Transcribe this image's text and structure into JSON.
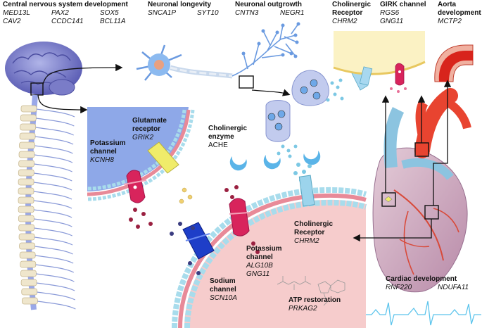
{
  "cns": {
    "title": "Central nervous  system  development",
    "genes_row1": [
      "MED13L",
      "PAX2",
      "SOX5"
    ],
    "genes_row2": [
      "CAV2",
      "CCDC141",
      "BCL11A"
    ]
  },
  "longevity": {
    "title": "Neuronal longevity",
    "genes": [
      "SNCA1P",
      "SYT10"
    ]
  },
  "outgrowth": {
    "title": "Neuronal outgrowth",
    "genes": [
      "CNTN3",
      "NEGR1"
    ]
  },
  "chol_receptor_top": {
    "title_line1": "Cholinergic",
    "title_line2": "Receptor",
    "gene": "CHRM2"
  },
  "girk": {
    "title": "GIRK channel",
    "genes": [
      "RGS6",
      "GNG11"
    ]
  },
  "aorta": {
    "title_line1": "Aorta",
    "title_line2": "development",
    "gene": "MCTP2"
  },
  "glutamate": {
    "title_line1": "Glutamate",
    "title_line2": "receptor",
    "gene": "GRIK2"
  },
  "potassium_left": {
    "title_line1": "Potassium",
    "title_line2": "channel",
    "gene": "KCNH8"
  },
  "chol_enzyme": {
    "title_line1": "Cholinergic",
    "title_line2": "enzyme",
    "gene": "ACHE"
  },
  "potassium_mid": {
    "title_line1": "Potassium",
    "title_line2": "channel",
    "gene1": "ALG10B",
    "gene2": "GNG11"
  },
  "chol_receptor_mid": {
    "title_line1": "Cholinergic",
    "title_line2": "Receptor",
    "gene": "CHRM2"
  },
  "sodium": {
    "title_line1": "Sodium",
    "title_line2": "channel",
    "gene": "SCN10A"
  },
  "atp": {
    "title": "ATP restoration",
    "gene": "PRKAG2"
  },
  "cardiac": {
    "title": "Cardiac development",
    "genes": [
      "RNF220",
      "NDUFA11"
    ]
  },
  "colors": {
    "membrane_head": "#a8dcec",
    "membrane_tail": "#e88a98",
    "cell_blue": "#8ea8e8",
    "cell_pink": "#f6cccc",
    "potassium": "#d8245c",
    "sodium": "#1e3ec8",
    "glutamate": "#f0ec6a",
    "receptor": "#9cd4ec",
    "heart_red": "#e84430",
    "vein_blue": "#8cc4e0",
    "ecg": "#5cc4ec"
  },
  "icons": [
    "brain-icon",
    "spinal-cord-icon",
    "neuron-icon",
    "heart-icon",
    "aorta-icon",
    "ecg-icon",
    "atp-molecule-icon"
  ]
}
